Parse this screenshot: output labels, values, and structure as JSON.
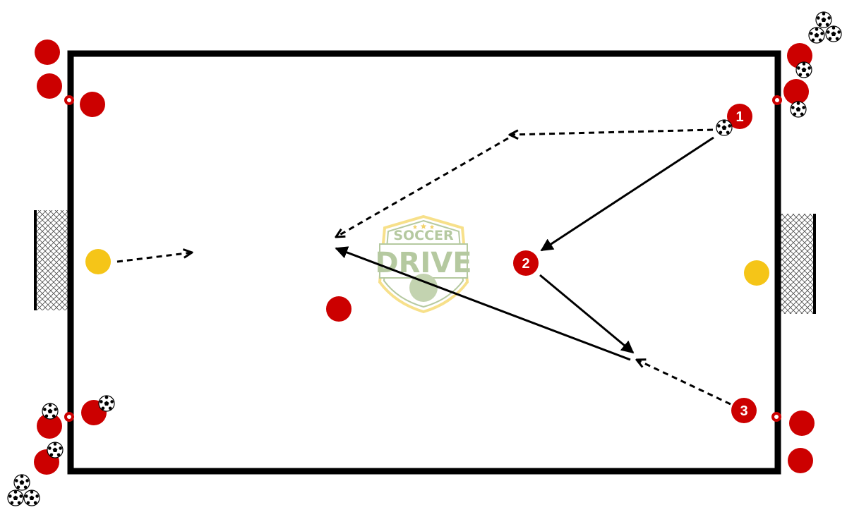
{
  "diagram": {
    "logo": {
      "line1": "SOCCER",
      "line2": "DRIVE"
    },
    "numbered_players": [
      {
        "label": "1"
      },
      {
        "label": "2"
      },
      {
        "label": "3"
      }
    ],
    "colors": {
      "player": "#cc0000",
      "keeper": "#f5c518",
      "field_line": "#000000",
      "logo_green": "#b5c9a0",
      "logo_yellow": "#f7e08a"
    }
  }
}
